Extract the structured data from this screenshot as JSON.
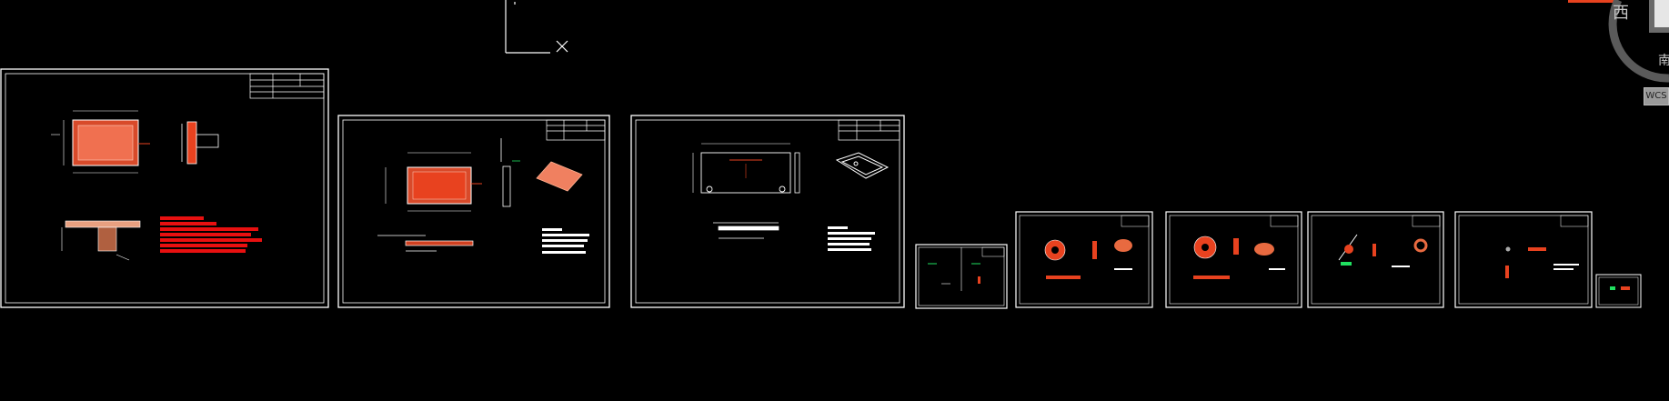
{
  "viewport": {
    "background": "#000000",
    "accent_red": "#e8421f",
    "line_white": "#ffffff",
    "ucs_icon": "ucs-icon"
  },
  "viewcube": {
    "west_label": "西",
    "south_label": "南",
    "wcs_label": "WCS"
  },
  "sheets": [
    {
      "name": "sheet-1"
    },
    {
      "name": "sheet-2"
    },
    {
      "name": "sheet-3"
    },
    {
      "name": "sheet-4"
    },
    {
      "name": "sheet-5"
    },
    {
      "name": "sheet-6"
    },
    {
      "name": "sheet-7"
    },
    {
      "name": "sheet-8"
    },
    {
      "name": "sheet-9"
    }
  ]
}
